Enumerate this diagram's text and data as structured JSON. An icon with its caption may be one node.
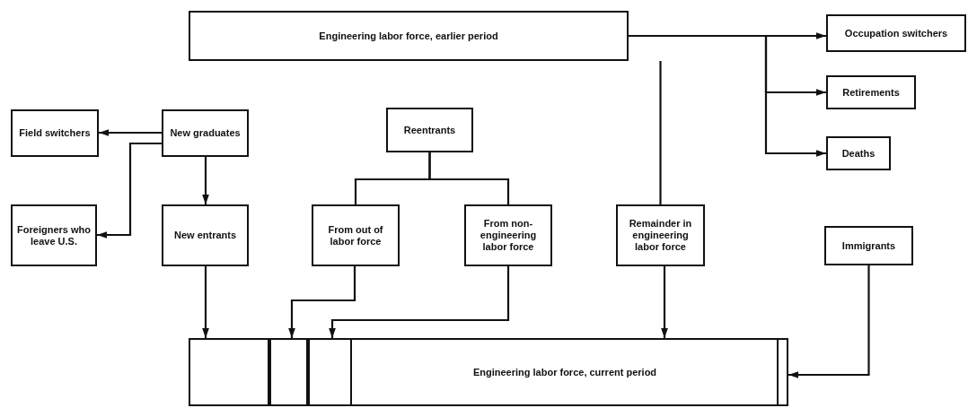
{
  "diagram": {
    "nodes": [
      {
        "text": [
          "Engineering labor force, earlier period"
        ]
      },
      {
        "text": [
          "Occupation switchers"
        ]
      },
      {
        "text": [
          "Retirements"
        ]
      },
      {
        "text": [
          "Deaths"
        ]
      },
      {
        "text": [
          "Field switchers"
        ]
      },
      {
        "text": [
          "New graduates"
        ]
      },
      {
        "text": [
          "Reentrants"
        ]
      },
      {
        "text": [
          "Foreigners who leave U.S."
        ]
      },
      {
        "text": [
          "New entrants"
        ]
      },
      {
        "text": [
          "From out of labor force"
        ]
      },
      {
        "text": [
          "From non-engineering labor force"
        ]
      },
      {
        "text": [
          "Remainder in engineering labor force"
        ]
      },
      {
        "text": [
          "Immigrants"
        ]
      },
      {
        "text": [
          "Engineering labor force, current period"
        ]
      },
      {
        "text": [],
        "shape": "box",
        "in": 13
      },
      {
        "text": [],
        "shape": "box",
        "in": 13
      },
      {
        "text": [],
        "shape": "box",
        "in": 13
      },
      {
        "text": [],
        "shape": "box",
        "in": 13
      }
    ],
    "edges": [
      {
        "from": 0,
        "to": 1,
        "arrow": "to"
      },
      {
        "from": 0,
        "to": 2,
        "arrow": "to"
      },
      {
        "from": 0,
        "to": 3,
        "arrow": "to"
      },
      {
        "from": 0,
        "to": 11,
        "arrow": "none"
      },
      {
        "from": 5,
        "to": 4,
        "arrow": "to"
      },
      {
        "from": 5,
        "to": 7,
        "arrow": "to"
      },
      {
        "from": 5,
        "to": 8,
        "arrow": "to"
      },
      {
        "from": 6,
        "to": 9,
        "arrow": "none"
      },
      {
        "from": 6,
        "to": 10,
        "arrow": "none"
      },
      {
        "from": 8,
        "to": 14,
        "arrow": "to"
      },
      {
        "from": 9,
        "to": 15,
        "arrow": "to"
      },
      {
        "from": 10,
        "to": 16,
        "arrow": "to"
      },
      {
        "from": 11,
        "to": 13,
        "arrow": "to"
      },
      {
        "from": 12,
        "to": 17,
        "arrow": "to"
      }
    ]
  }
}
